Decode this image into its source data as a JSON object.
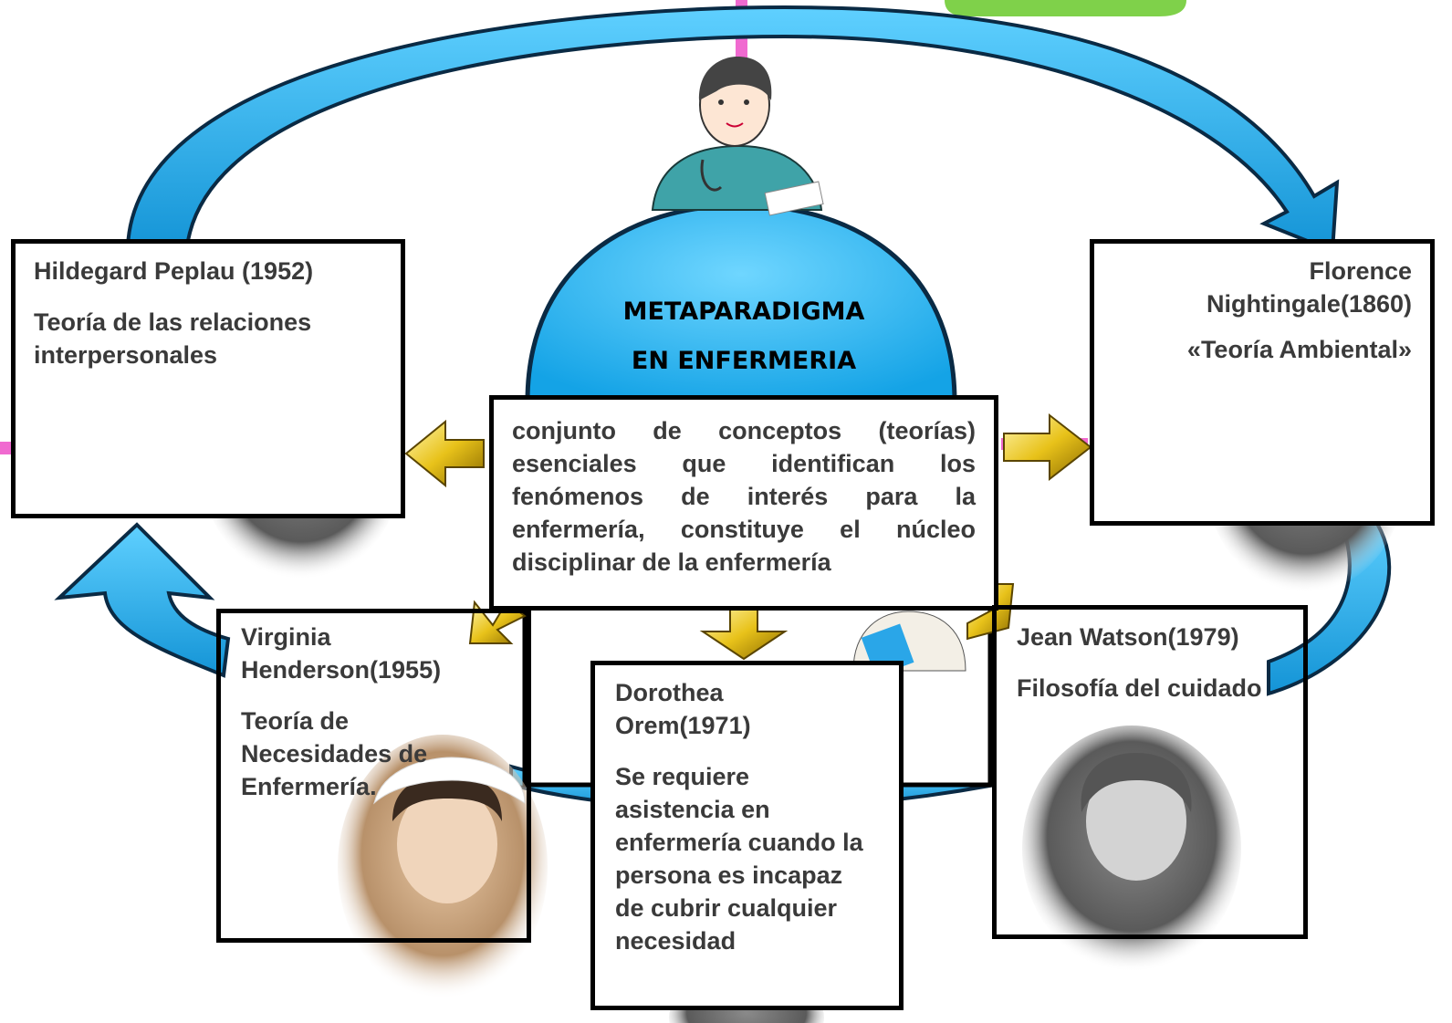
{
  "center": {
    "title_line1": "METAPARADIGMA",
    "title_line2": "EN ENFERMERIA",
    "definition": "conjunto de conceptos (teorías) esenciales que identifican los fenómenos de interés para la enfermería, constituye el núcleo disciplinar de la enfermería"
  },
  "theorists": {
    "peplau": {
      "name": "Hildegard Peplau (1952)",
      "theory": "Teoría de las relaciones interpersonales"
    },
    "nightingale": {
      "name_line1": "Florence",
      "name_line2": "Nightingale(1860)",
      "theory": "«Teoría Ambiental»"
    },
    "henderson": {
      "name_line1": "Virginia",
      "name_line2": "Henderson(1955)",
      "theory_line1": "Teoría de",
      "theory_line2": "Necesidades de",
      "theory_line3": "Enfermería."
    },
    "orem": {
      "name_line1": "Dorothea",
      "name_line2": "Orem(1971)",
      "theory_lines": [
        "Se requiere",
        "asistencia en",
        "enfermería cuando la",
        "persona es incapaz",
        "de cubrir cualquier",
        "necesidad"
      ]
    },
    "watson": {
      "name": "Jean Watson(1979)",
      "theory": "Filosofía del cuidado"
    }
  },
  "colors": {
    "cycle_arrow": "#1aa3e0",
    "center_circle": "#29b6f0",
    "gold_arrow": "#e8c21a",
    "connector_line": "#f06ad0",
    "box_border": "#000000"
  },
  "icons": [
    "nurse-illustration-top",
    "nurse-illustration-small",
    "cycle-arrow",
    "gold-arrow"
  ]
}
